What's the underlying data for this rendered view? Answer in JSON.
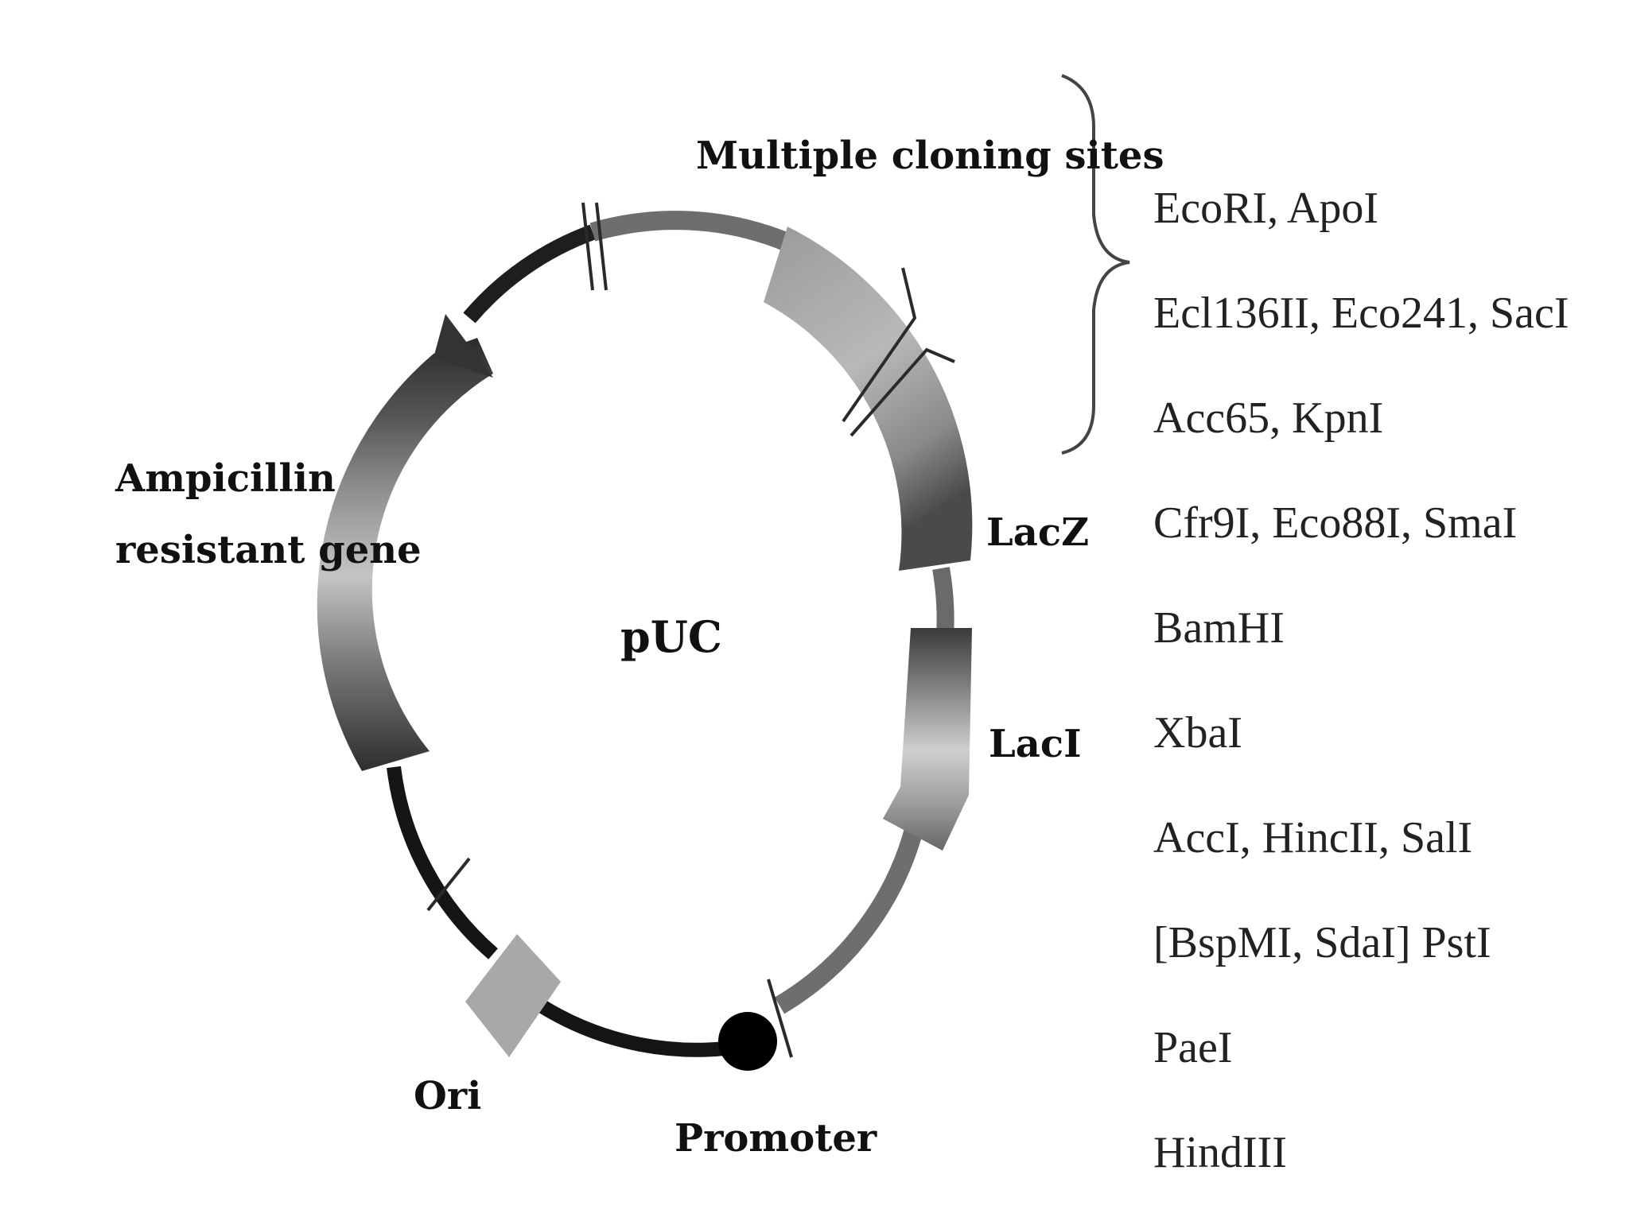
{
  "plasmid": {
    "name": "pUC"
  },
  "labels": {
    "mcs": "Multiple cloning sites",
    "ampicillin_line1": "Ampicillin",
    "ampicillin_line2": "resistant gene",
    "lacz": "LacZ",
    "laci": "LacI",
    "ori": "Ori",
    "promoter": "Promoter"
  },
  "restriction_sites": [
    "EcoRI, ApoI",
    "Ecl136II, Eco241, SacI",
    "Acc65, KpnI",
    "Cfr9I, Eco88I, SmaI",
    "BamHI",
    "XbaI",
    "AccI, HincII, SalI",
    "[BspMI, SdaI] PstI",
    "PaeI",
    "HindIII"
  ]
}
